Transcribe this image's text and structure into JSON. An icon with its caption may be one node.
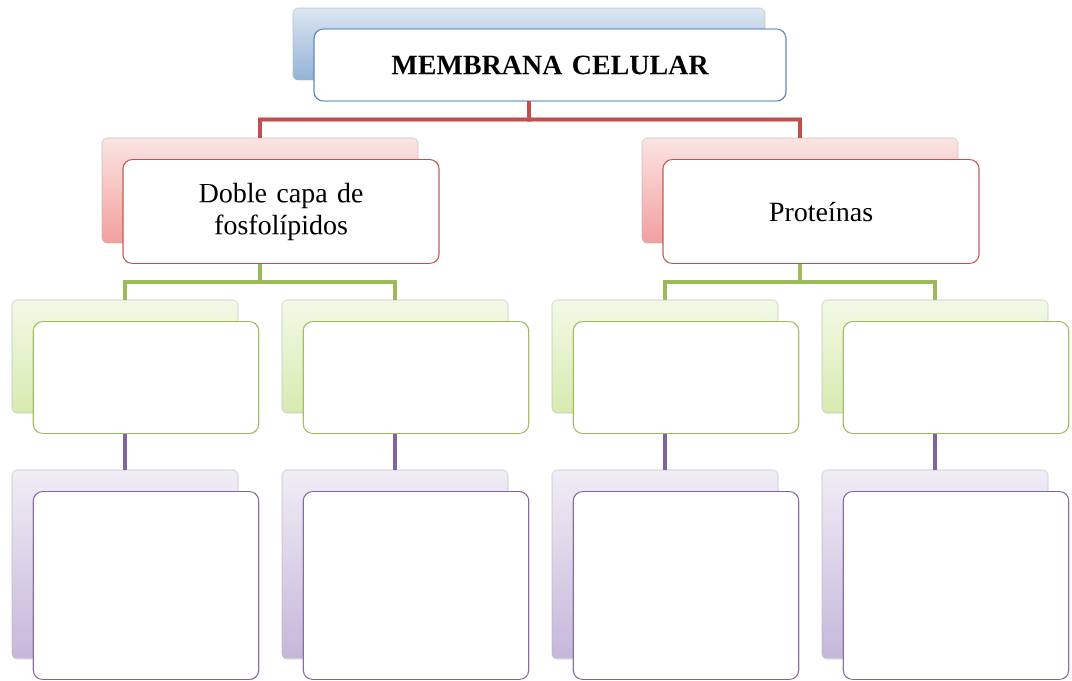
{
  "diagram": {
    "nodes": [
      {
        "text": [
          "MEMBRANA CELULAR"
        ]
      },
      {
        "text": [
          "Doble capa de fosfolípidos"
        ]
      },
      {
        "text": [
          "Proteínas"
        ]
      },
      {
        "text": [],
        "shape": "box"
      },
      {
        "text": [],
        "shape": "box"
      },
      {
        "text": [],
        "shape": "box"
      },
      {
        "text": [],
        "shape": "box"
      },
      {
        "text": [],
        "shape": "box"
      },
      {
        "text": [],
        "shape": "box"
      },
      {
        "text": [],
        "shape": "box"
      },
      {
        "text": [],
        "shape": "box"
      }
    ],
    "edges": [
      {
        "from": 0,
        "to": 1,
        "arrow": "none",
        "color": "#c0504d"
      },
      {
        "from": 0,
        "to": 2,
        "arrow": "none",
        "color": "#c0504d"
      },
      {
        "from": 1,
        "to": 3,
        "arrow": "none",
        "color": "#9bbb59"
      },
      {
        "from": 1,
        "to": 4,
        "arrow": "none",
        "color": "#9bbb59"
      },
      {
        "from": 2,
        "to": 5,
        "arrow": "none",
        "color": "#9bbb59"
      },
      {
        "from": 2,
        "to": 6,
        "arrow": "none",
        "color": "#9bbb59"
      },
      {
        "from": 3,
        "to": 7,
        "arrow": "none",
        "color": "#8064a2"
      },
      {
        "from": 4,
        "to": 8,
        "arrow": "none",
        "color": "#8064a2"
      },
      {
        "from": 5,
        "to": 9,
        "arrow": "none",
        "color": "#8064a2"
      },
      {
        "from": 6,
        "to": 10,
        "arrow": "none",
        "color": "#8064a2"
      }
    ]
  }
}
